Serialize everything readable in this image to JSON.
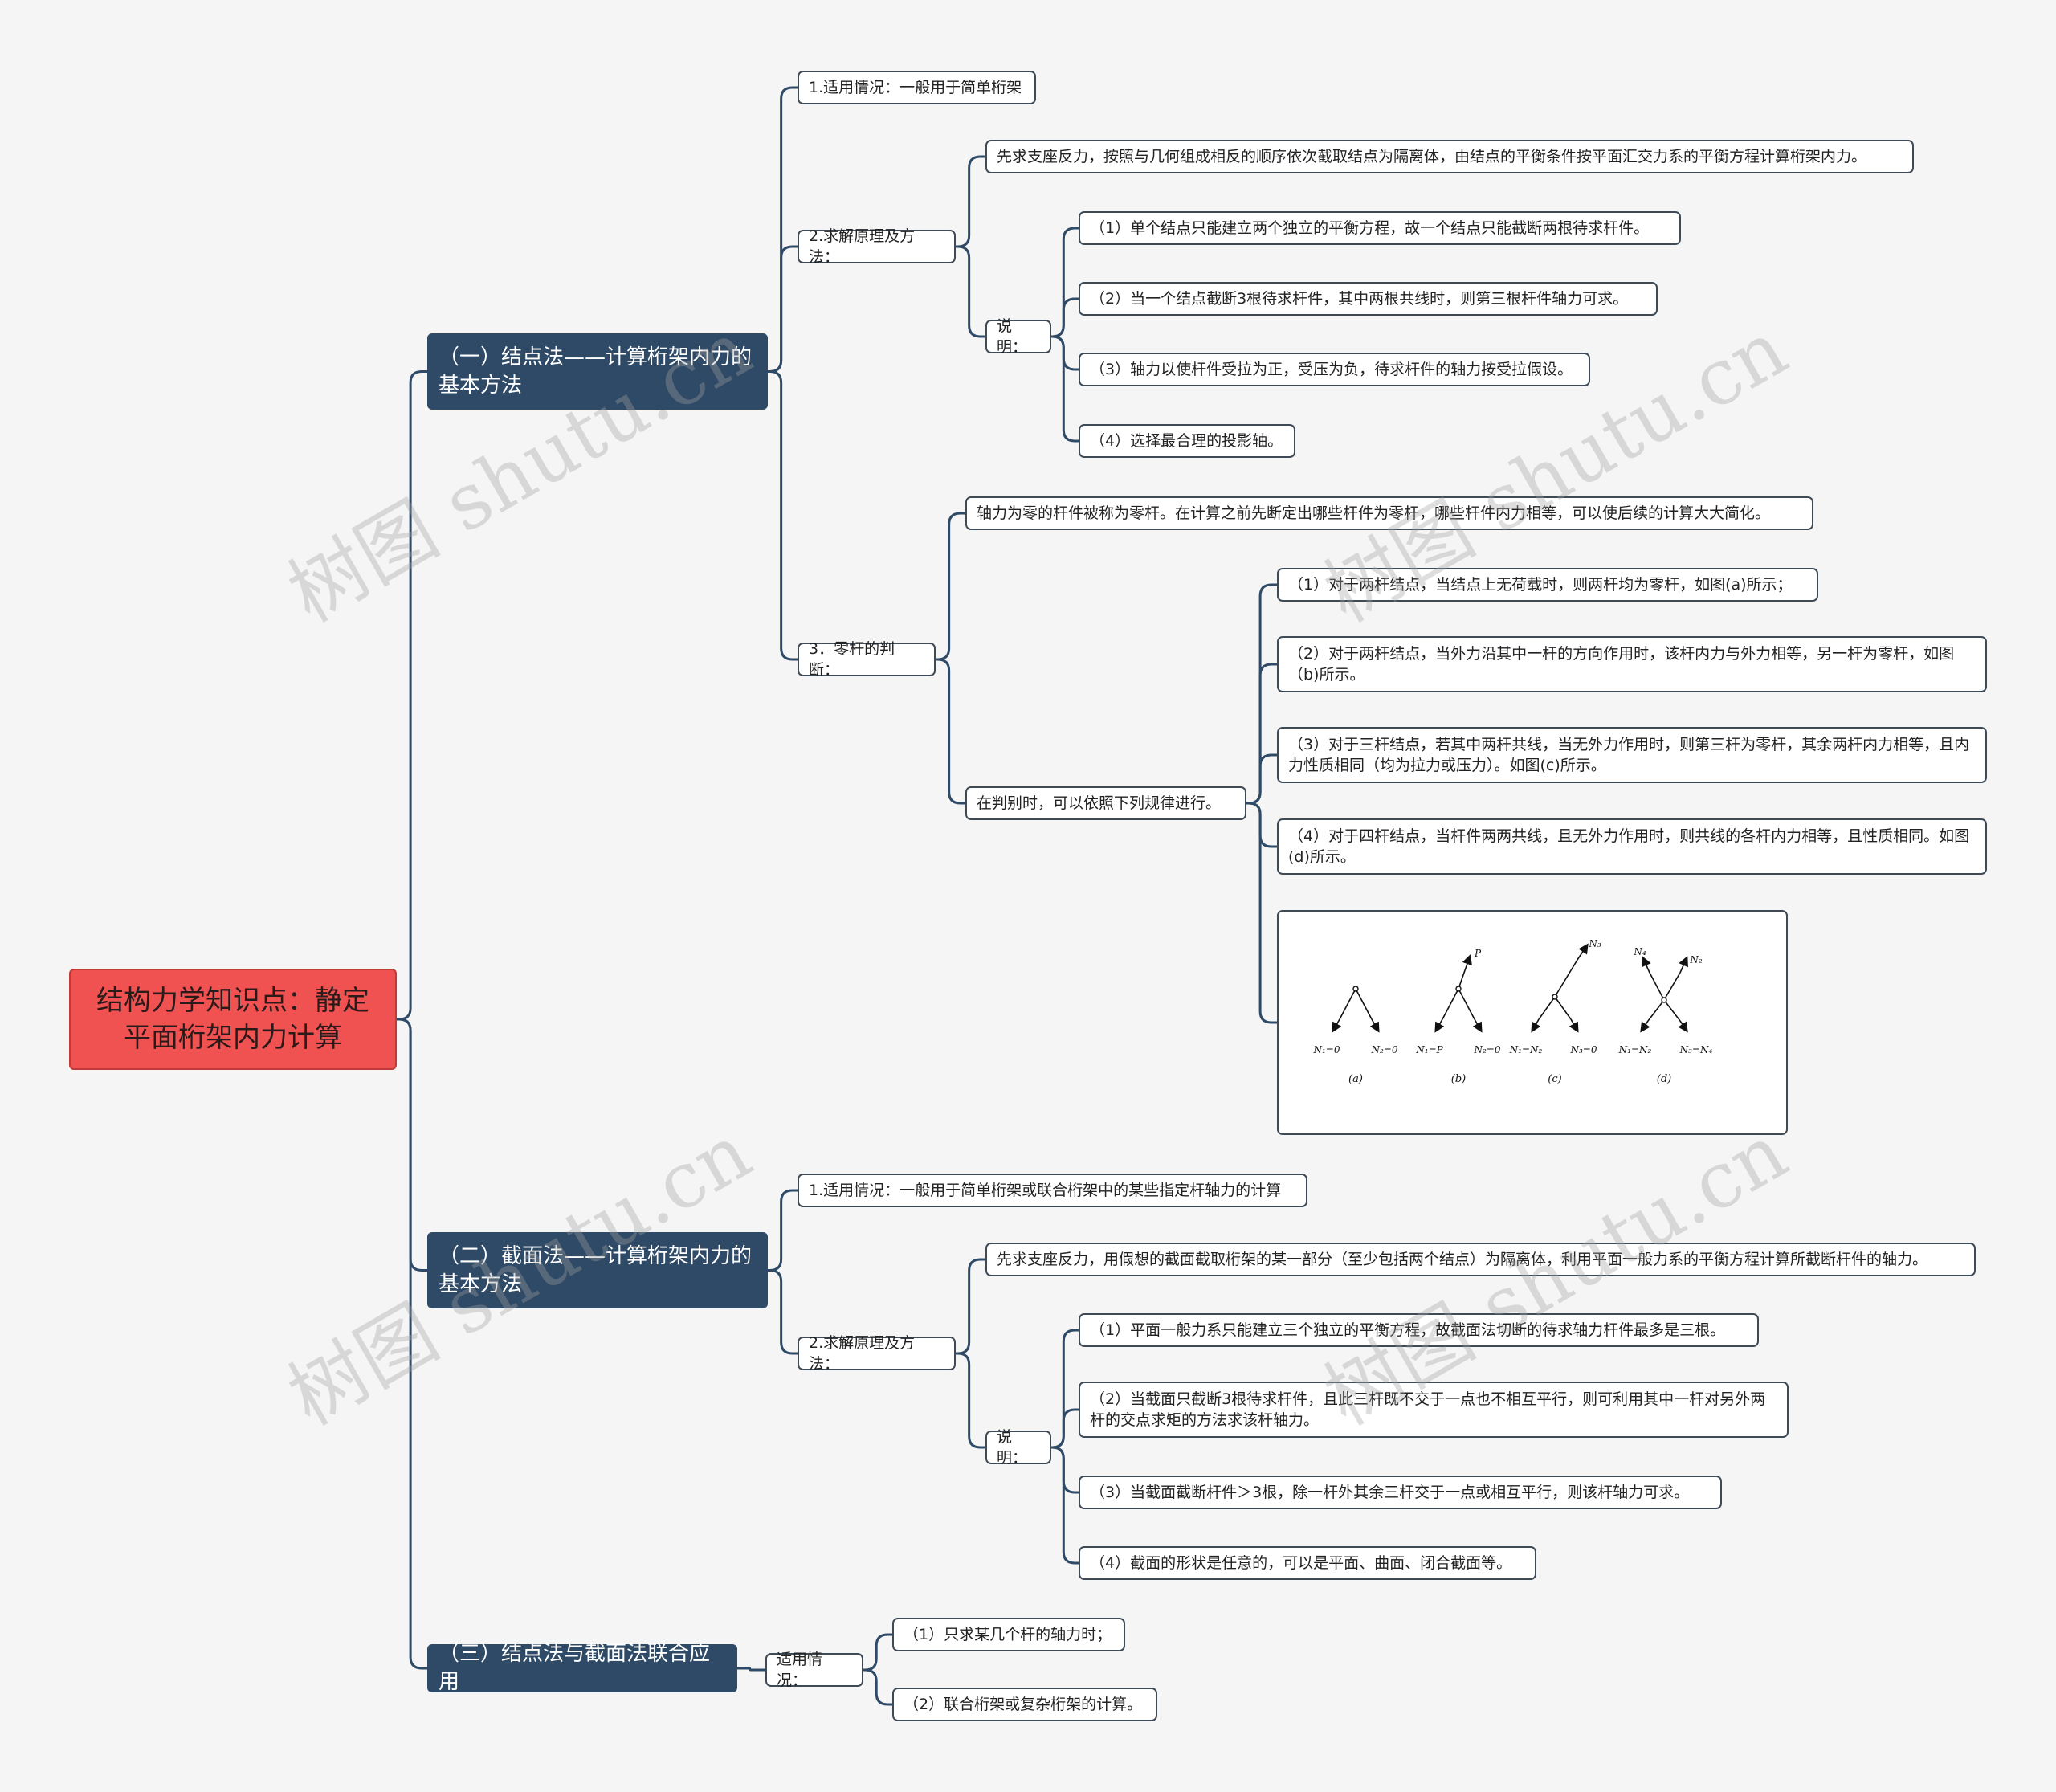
{
  "root": {
    "id": "root",
    "text": "结构力学知识点：静定平面桁架内力计算"
  },
  "branches": [
    {
      "id": "b1",
      "text": "（一）结点法——计算桁架内力的基本方法",
      "children": [
        {
          "id": "b1a",
          "text": "1.适用情况：一般用于简单桁架"
        },
        {
          "id": "b1b",
          "text": "2.求解原理及方法：",
          "children": [
            {
              "id": "b1b1",
              "text": "先求支座反力，按照与几何组成相反的顺序依次截取结点为隔离体，由结点的平衡条件按平面汇交力系的平衡方程计算桁架内力。"
            },
            {
              "id": "b1b2",
              "text": "说明：",
              "children": [
                {
                  "id": "b1b2a",
                  "text": "（1）单个结点只能建立两个独立的平衡方程，故一个结点只能截断两根待求杆件。"
                },
                {
                  "id": "b1b2b",
                  "text": "（2）当一个结点截断3根待求杆件，其中两根共线时，则第三根杆件轴力可求。"
                },
                {
                  "id": "b1b2c",
                  "text": "（3）轴力以使杆件受拉为正，受压为负，待求杆件的轴力按受拉假设。"
                },
                {
                  "id": "b1b2d",
                  "text": "（4）选择最合理的投影轴。"
                }
              ]
            }
          ]
        },
        {
          "id": "b1c",
          "text": "3．零杆的判断：",
          "children": [
            {
              "id": "b1c1",
              "text": "轴力为零的杆件被称为零杆。在计算之前先断定出哪些杆件为零杆，哪些杆件内力相等，可以使后续的计算大大简化。"
            },
            {
              "id": "b1c2",
              "text": "在判别时，可以依照下列规律进行。",
              "children": [
                {
                  "id": "b1c2a",
                  "text": "（1）对于两杆结点，当结点上无荷载时，则两杆均为零杆，如图(a)所示；"
                },
                {
                  "id": "b1c2b",
                  "text": "（2）对于两杆结点，当外力沿其中一杆的方向作用时，该杆内力与外力相等，另一杆为零杆，如图（b)所示。"
                },
                {
                  "id": "b1c2c",
                  "text": "（3）对于三杆结点，若其中两杆共线，当无外力作用时，则第三杆为零杆，其余两杆内力相等，且内力性质相同（均为拉力或压力）。如图(c)所示。"
                },
                {
                  "id": "b1c2d",
                  "text": "（4）对于四杆结点，当杆件两两共线，且无外力作用时，则共线的各杆内力相等，且性质相同。如图(d)所示。"
                },
                {
                  "id": "b1c2e",
                  "text": "",
                  "figure": true
                }
              ]
            }
          ]
        }
      ]
    },
    {
      "id": "b2",
      "text": "（二）截面法——计算桁架内力的基本方法",
      "children": [
        {
          "id": "b2a",
          "text": "1.适用情况：一般用于简单桁架或联合桁架中的某些指定杆轴力的计算"
        },
        {
          "id": "b2b",
          "text": "2.求解原理及方法：",
          "children": [
            {
              "id": "b2b1",
              "text": "先求支座反力，用假想的截面截取桁架的某一部分（至少包括两个结点）为隔离体，利用平面一般力系的平衡方程计算所截断杆件的轴力。"
            },
            {
              "id": "b2b2",
              "text": "说明：",
              "children": [
                {
                  "id": "b2b2a",
                  "text": "（1）平面一般力系只能建立三个独立的平衡方程，故截面法切断的待求轴力杆件最多是三根。"
                },
                {
                  "id": "b2b2b",
                  "text": "（2）当截面只截断3根待求杆件，且此三杆既不交于一点也不相互平行，则可利用其中一杆对另外两杆的交点求矩的方法求该杆轴力。"
                },
                {
                  "id": "b2b2c",
                  "text": "（3）当截面截断杆件＞3根，除一杆外其余三杆交于一点或相互平行，则该杆轴力可求。"
                },
                {
                  "id": "b2b2d",
                  "text": "（4）截面的形状是任意的，可以是平面、曲面、闭合截面等。"
                }
              ]
            }
          ]
        }
      ]
    },
    {
      "id": "b3",
      "text": "（三）结点法与截面法联合应用",
      "children": [
        {
          "id": "b3a",
          "text": "适用情况：",
          "children": [
            {
              "id": "b3a1",
              "text": "（1）只求某几个杆的轴力时；"
            },
            {
              "id": "b3a2",
              "text": "（2）联合桁架或复杂桁架的计算。"
            }
          ]
        }
      ]
    }
  ],
  "figure_labels": {
    "a": {
      "caption": "(a)",
      "left": "N₁=0",
      "right": "N₂=0"
    },
    "b": {
      "caption": "(b)",
      "top": "P",
      "left": "N₁=P",
      "right": "N₂=0"
    },
    "c": {
      "caption": "(c)",
      "top": "N₃",
      "left": "N₁=N₂",
      "right": "N₃=0"
    },
    "d": {
      "caption": "(d)",
      "topleft": "N₄",
      "topright": "N₂",
      "left": "N₁=N₂",
      "right": "N₃=N₄"
    }
  },
  "watermark": "树图 shutu.cn",
  "colors": {
    "root": "#f05151",
    "main": "#2f4a66",
    "line": "#2f4a66",
    "leaf_border": "#3e4a56",
    "background": "#f5f5f5"
  }
}
